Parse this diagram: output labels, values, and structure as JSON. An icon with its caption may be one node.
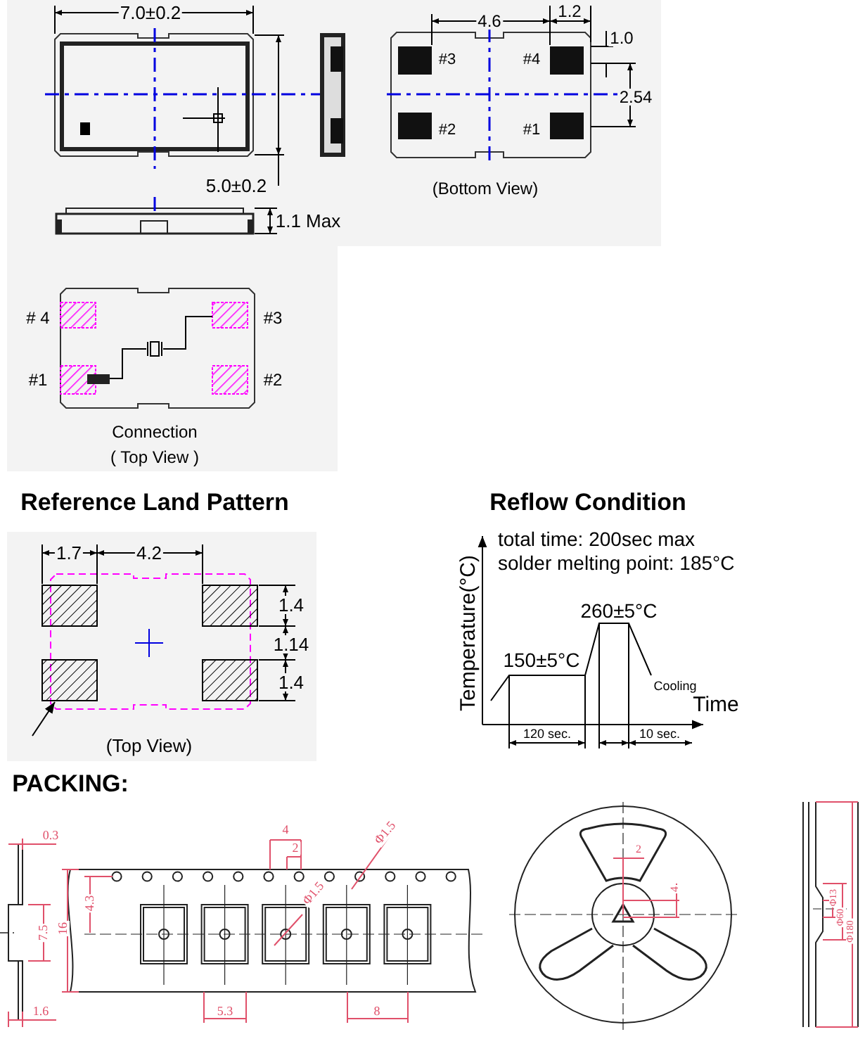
{
  "diagram": {
    "labels": [
      "7.0±0.2",
      "4.6",
      "1.2",
      "1.0",
      "#3",
      "#4",
      "2.54",
      "#2",
      "#1",
      "5.0±0.2",
      "(Bottom View)",
      "1.1 Max",
      "# 4",
      "#3",
      "#1",
      "#2",
      "Connection",
      "( Top View )",
      "Reference Land Pattern",
      "Reflow Condition",
      "total time: 200sec max",
      "solder melting point: 185°C",
      "1.7",
      "4.2",
      "Temperature(°C)",
      "1.4",
      "260±5°C",
      "1.14",
      "150±5°C",
      "1.4",
      "Cooling",
      "Time",
      "(Top View)",
      "120 sec.",
      "10 sec.",
      "PACKING:",
      "0.3",
      "4",
      "2",
      "Φ1.5",
      "Φ1.5",
      "2",
      "4",
      "Φ13",
      "Φ60",
      "Φ180",
      "7.5",
      "16",
      "4.3",
      "1.6",
      "5.3",
      "8"
    ]
  }
}
